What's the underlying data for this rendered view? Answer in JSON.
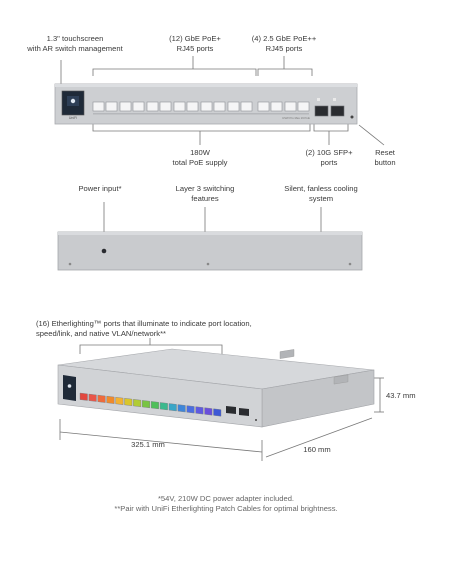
{
  "front": {
    "touchscreen": [
      "1.3\" touchscreen",
      "with AR switch management"
    ],
    "gbe_poe": [
      "(12) GbE PoE+",
      "RJ45 ports"
    ],
    "poe_pp": [
      "(4) 2.5 GbE PoE++",
      "RJ45 ports"
    ],
    "poe_supply": [
      "180W",
      "total PoE supply"
    ],
    "sfp": [
      "(2) 10G SFP+",
      "ports"
    ],
    "reset": [
      "Reset",
      "button"
    ],
    "screen_logo": "UniFi",
    "model_text": "USW Pro Max 16 PoE"
  },
  "rear": {
    "power": "Power input*",
    "layer3": [
      "Layer 3 switching",
      "features"
    ],
    "silent": [
      "Silent, fanless cooling",
      "system"
    ]
  },
  "angled": {
    "etherlighting": [
      "(16) Etherlighting™ ports that illuminate to indicate port location,",
      "speed/link, and native VLAN/network**"
    ],
    "height": "43.7 mm",
    "width": "325.1 mm",
    "depth": "160 mm",
    "port_colors": [
      "#e2473f",
      "#e9564a",
      "#ef6b3c",
      "#f08a2c",
      "#f2b233",
      "#d9c62c",
      "#b1cc35",
      "#78c442",
      "#4fbf5a",
      "#3bb98d",
      "#3aa6c7",
      "#3f86d9",
      "#4b6de0",
      "#5f5ae0",
      "#6a4fdb",
      "#3d58d6"
    ]
  },
  "footnotes": [
    "*54V, 210W DC power adapter included.",
    "**Pair with UniFi Etherlighting Patch Cables for optimal brightness."
  ]
}
